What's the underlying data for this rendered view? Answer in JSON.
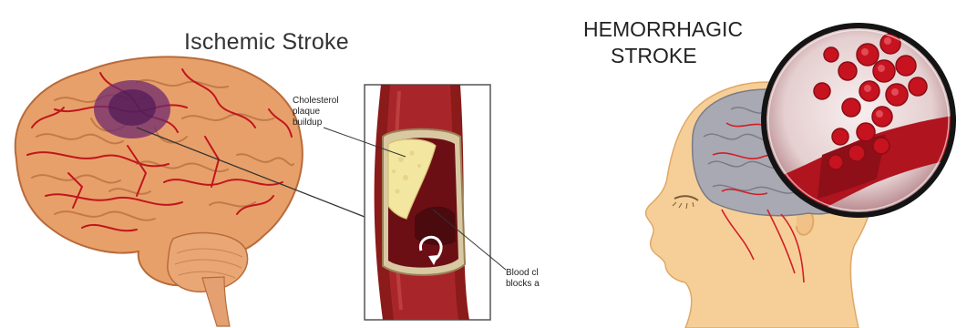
{
  "ischemic": {
    "title": "Ischemic Stroke",
    "label_plaque": [
      "Cholesterol",
      "plaque",
      "buildup"
    ],
    "label_clot": [
      "Blood cl",
      "blocks a"
    ]
  },
  "hemorrhagic": {
    "title_lines": [
      "HEMORRHAGIC",
      "STROKE"
    ]
  },
  "colors": {
    "brain_orange": "#e8a06a",
    "vessel_red": "#c0161d",
    "artery_dark": "#8b1a1a",
    "plaque_yellow": "#f3e6a0",
    "skin": "#f6cf98",
    "brain_gray": "#a9a9b3"
  }
}
